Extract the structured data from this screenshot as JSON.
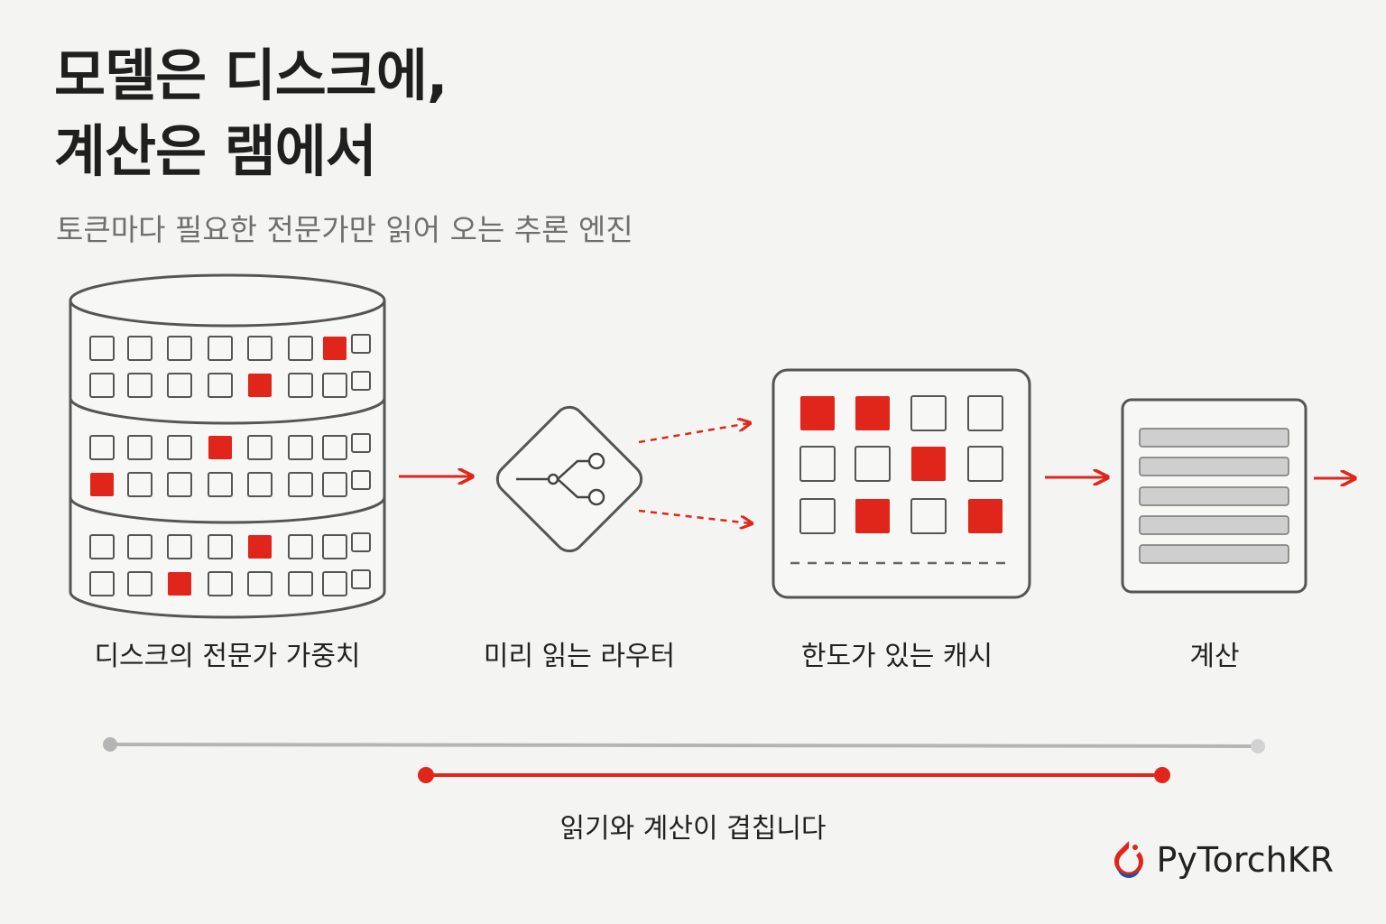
{
  "title": {
    "line1": "모델은 디스크에,",
    "line2": "계산은 램에서"
  },
  "subtitle": "토큰마다 필요한 전문가만 읽어 오는 추론 엔진",
  "stages": [
    {
      "label": "디스크의 전문가 가중치"
    },
    {
      "label": "미리 읽는 라우터"
    },
    {
      "label": "한도가 있는 캐시"
    },
    {
      "label": "계산"
    }
  ],
  "timeline": {
    "label": "읽기와 계산이 겹칩니다"
  },
  "brand": {
    "name": "PyTorchKR",
    "icon": "pytorchkr-logo-icon"
  },
  "colors": {
    "accent": "#e0261a",
    "outline": "#555555",
    "muted": "#b5b5b5",
    "bar_fill": "#cfcfcf"
  }
}
